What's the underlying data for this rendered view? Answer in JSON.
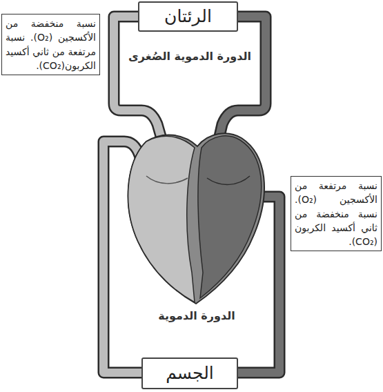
{
  "diagram": {
    "nodes": [
      {
        "text": [
          "الرئتان"
        ]
      },
      {
        "text": [
          "نسبة منخفضة من الأكسجين (O₂). نسبة مرتفعة من ثاني أكسيد الكربون(CO₂)."
        ]
      },
      {
        "text": [
          "نسبة مرتفعة من الأكسجين (O₂). نسبة منخفضة من ثاني أكسيد الكربون (CO₂)."
        ]
      },
      {
        "text": [
          "الجسم"
        ]
      }
    ],
    "labels": [
      "الدورة الدموية الصُغرى",
      "الدورة الدموية"
    ]
  }
}
